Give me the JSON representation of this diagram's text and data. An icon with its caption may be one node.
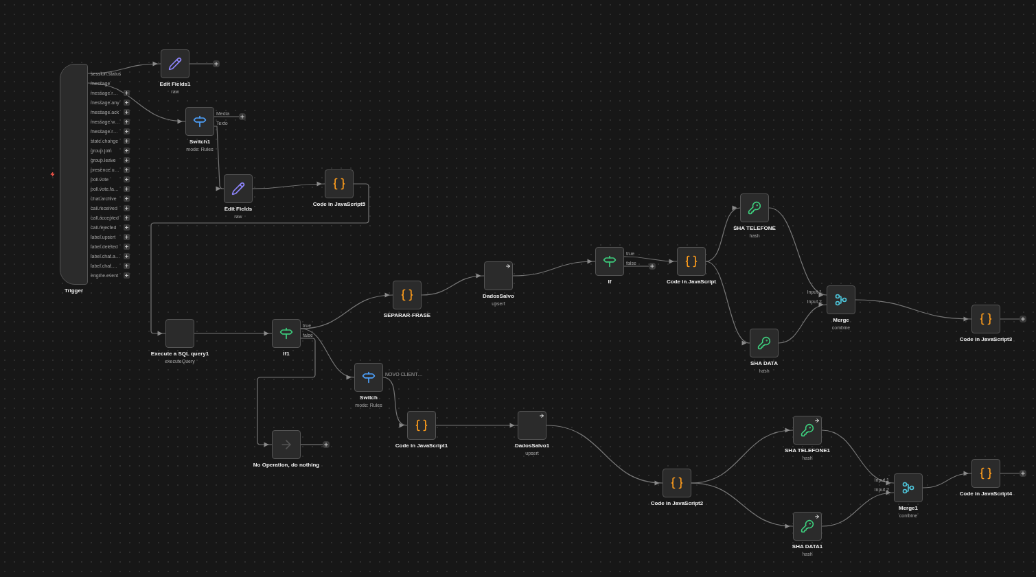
{
  "diagram": {
    "nodes": [
      {
        "text": [],
        "shape": "box",
        "beside": [
          "Trigger"
        ]
      },
      {
        "text": [],
        "shape": "box",
        "beside": [
          "Edit Fields1",
          "raw"
        ]
      },
      {
        "text": [],
        "shape": "box",
        "beside": [
          "Switch1",
          "mode: Rules"
        ]
      },
      {
        "text": [],
        "shape": "box",
        "beside": [
          "Edit Fields",
          "raw"
        ]
      },
      {
        "text": [],
        "shape": "box",
        "beside": [
          "Code in JavaScript5"
        ]
      },
      {
        "text": [],
        "shape": "box",
        "beside": [
          "Execute a SQL query1",
          "executeQuery"
        ]
      },
      {
        "text": [],
        "shape": "box",
        "beside": [
          "If1"
        ]
      },
      {
        "text": [],
        "shape": "box",
        "beside": [
          "SEPARAR-FRASE"
        ]
      },
      {
        "text": [],
        "shape": "box",
        "beside": [
          "DadosSalvo",
          "upsert"
        ]
      },
      {
        "text": [],
        "shape": "box",
        "beside": [
          "If"
        ]
      },
      {
        "text": [],
        "shape": "box",
        "beside": [
          "Code in JavaScript"
        ]
      },
      {
        "text": [],
        "shape": "box",
        "beside": [
          "SHA TELEFONE",
          "hash"
        ]
      },
      {
        "text": [],
        "shape": "box",
        "beside": [
          "SHA DATA",
          "hash"
        ]
      },
      {
        "text": [],
        "shape": "box",
        "beside": [
          "Merge",
          "combine"
        ]
      },
      {
        "text": [],
        "shape": "box",
        "beside": [
          "Code in JavaScript3"
        ]
      },
      {
        "text": [],
        "shape": "box",
        "beside": [
          "Switch",
          "mode: Rules"
        ]
      },
      {
        "text": [],
        "shape": "box",
        "beside": [
          "No Operation, do nothing"
        ]
      },
      {
        "text": [],
        "shape": "box",
        "beside": [
          "Code in JavaScript1"
        ]
      },
      {
        "text": [],
        "shape": "box",
        "beside": [
          "DadosSalvo1",
          "upsert"
        ]
      },
      {
        "text": [],
        "shape": "box",
        "beside": [
          "Code in JavaScript2"
        ]
      },
      {
        "text": [],
        "shape": "box",
        "beside": [
          "SHA TELEFONE1",
          "hash"
        ]
      },
      {
        "text": [],
        "shape": "box",
        "beside": [
          "SHA DATA1",
          "hash"
        ]
      },
      {
        "text": [],
        "shape": "box",
        "beside": [
          "Merge1",
          "combine"
        ]
      },
      {
        "text": [],
        "shape": "box",
        "beside": [
          "Code in JavaScript4"
        ]
      },
      {
        "text": [],
        "shape": "box"
      },
      {
        "text": [],
        "shape": "box"
      },
      {
        "text": [],
        "shape": "box"
      },
      {
        "text": [],
        "shape": "box"
      },
      {
        "text": [],
        "shape": "box"
      },
      {
        "text": [],
        "shape": "box"
      }
    ],
    "edges": [
      {
        "from": 0,
        "to": 1,
        "arrow": "to"
      },
      {
        "from": 0,
        "to": 2,
        "arrow": "to"
      },
      {
        "from": 2,
        "to": 3,
        "arrow": "to"
      },
      {
        "from": 3,
        "to": 4,
        "arrow": "to"
      },
      {
        "from": 4,
        "to": 5,
        "arrow": "to"
      },
      {
        "from": 5,
        "to": 6,
        "arrow": "to"
      },
      {
        "from": 6,
        "to": 7,
        "arrow": "to"
      },
      {
        "from": 6,
        "to": 15,
        "arrow": "to"
      },
      {
        "from": 6,
        "to": 16,
        "arrow": "to"
      },
      {
        "from": 7,
        "to": 8,
        "arrow": "to"
      },
      {
        "from": 8,
        "to": 9,
        "arrow": "to"
      },
      {
        "from": 9,
        "to": 10,
        "arrow": "to"
      },
      {
        "from": 10,
        "to": 11,
        "arrow": "to"
      },
      {
        "from": 10,
        "to": 12,
        "arrow": "to"
      },
      {
        "from": 11,
        "to": 13,
        "arrow": "to"
      },
      {
        "from": 12,
        "to": 13,
        "arrow": "to"
      },
      {
        "from": 13,
        "to": 14,
        "arrow": "to"
      },
      {
        "from": 15,
        "to": 17,
        "arrow": "to"
      },
      {
        "from": 17,
        "to": 18,
        "arrow": "to"
      },
      {
        "from": 18,
        "to": 19,
        "arrow": "to"
      },
      {
        "from": 19,
        "to": 20,
        "arrow": "to"
      },
      {
        "from": 19,
        "to": 21,
        "arrow": "to"
      },
      {
        "from": 20,
        "to": 22,
        "arrow": "to"
      },
      {
        "from": 21,
        "to": 22,
        "arrow": "to"
      },
      {
        "from": 22,
        "to": 23,
        "arrow": "to"
      },
      {
        "from": 1,
        "to": 24,
        "arrow": "none"
      },
      {
        "from": 2,
        "to": 25,
        "arrow": "none"
      },
      {
        "from": 9,
        "to": 26,
        "arrow": "none"
      },
      {
        "from": 16,
        "to": 27,
        "arrow": "none"
      },
      {
        "from": 14,
        "to": 28,
        "arrow": "none"
      },
      {
        "from": 23,
        "to": 29,
        "arrow": "none"
      }
    ],
    "labels": [
      "session.status",
      "message",
      "message.r…",
      "message.any",
      "message.ack",
      "message.w…",
      "message.r…",
      "state.change",
      "group.join",
      "group.leave",
      "presence.u…",
      "poll.vote",
      "poll.vote.fa…",
      "chat.archive",
      "call.received",
      "call.accepted",
      "call.rejected",
      "label.upsert",
      "label.deleted",
      "label.chat.a…",
      "label.chat.…",
      "engine.event",
      "Media",
      "Texto",
      "true",
      "false",
      "NOVO CLIENT…",
      "true",
      "false",
      "Input 1",
      "Input 2",
      "Input 1",
      "Input 2"
    ]
  }
}
